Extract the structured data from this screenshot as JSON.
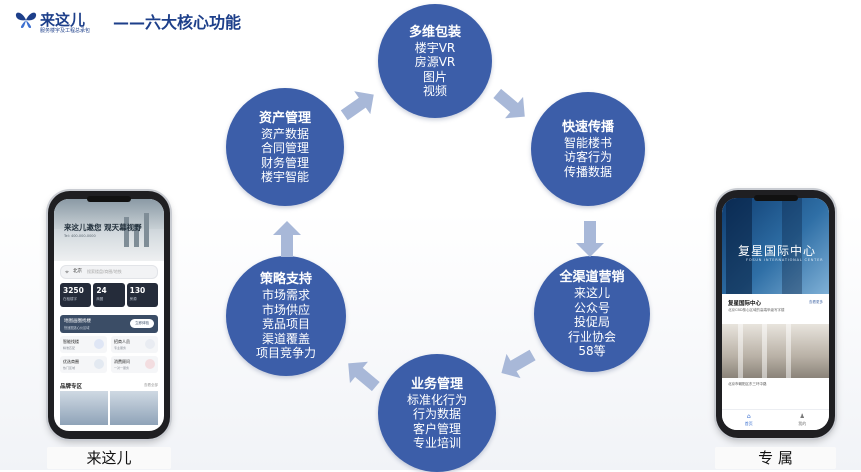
{
  "header": {
    "logo_name": "来这儿",
    "logo_tagline": "服务楼宇及工程总承包",
    "title": "——六大核心功能"
  },
  "features": [
    {
      "title": "多维包装",
      "items": [
        "楼宇VR",
        "房源VR",
        "图片",
        "视频"
      ]
    },
    {
      "title": "快速传播",
      "items": [
        "智能楼书",
        "访客行为",
        "传播数据"
      ]
    },
    {
      "title": "全渠道营销",
      "items": [
        "来这儿",
        "公众号",
        "投促局",
        "行业协会",
        "58等"
      ]
    },
    {
      "title": "业务管理",
      "items": [
        "标准化行为",
        "行为数据",
        "客户管理",
        "专业培训"
      ]
    },
    {
      "title": "策略支持",
      "items": [
        "市场需求",
        "市场供应",
        "竞品项目",
        "渠道覆盖",
        "项目竞争力"
      ]
    },
    {
      "title": "资产管理",
      "items": [
        "资产数据",
        "合同管理",
        "财务管理",
        "楼宇智能"
      ]
    }
  ],
  "colors": {
    "circle": "#3c5ea9",
    "arrow": "#a8b8d8",
    "brand": "#1d3f8a"
  },
  "left_phone": {
    "label": "来这儿",
    "hero_text": "来这儿邀您  观天幕视野",
    "hero_sub": "Tel: 400-000-0000",
    "search_city": "北京",
    "search_placeholder": "搜索楼盘/商圈/地铁",
    "stats": [
      {
        "num": "3250",
        "sub": "在租楼宇"
      },
      {
        "num": "24",
        "sub": "商圈"
      },
      {
        "num": "130",
        "sub": "房源"
      }
    ],
    "banner_title": "地图画圈找楼",
    "banner_sub": "快速圈选心仪区域",
    "banner_button": "立即体验",
    "grid": [
      {
        "title": "智能找楼",
        "sub": "精准匹配"
      },
      {
        "title": "招商人员",
        "sub": "专业服务"
      },
      {
        "title": "优选商圈",
        "sub": "热门区域"
      },
      {
        "title": "消费顾问",
        "sub": "一对一服务"
      }
    ],
    "section_title": "品牌专区",
    "section_more": "查看全部"
  },
  "right_phone": {
    "label": "专  属",
    "hero_title": "复星国际中心",
    "hero_sub": "FOSUN INTERNATIONAL CENTER",
    "info_title": "复星国际中心",
    "info_sub": "北京CBD核心区域的高端甲级写字楼",
    "info_link": "查看更多",
    "address": "北京市朝阳区东三环中路",
    "nav_home": "首页",
    "nav_me": "我的",
    "nav_home_icon": "home-icon",
    "nav_me_icon": "user-icon"
  }
}
